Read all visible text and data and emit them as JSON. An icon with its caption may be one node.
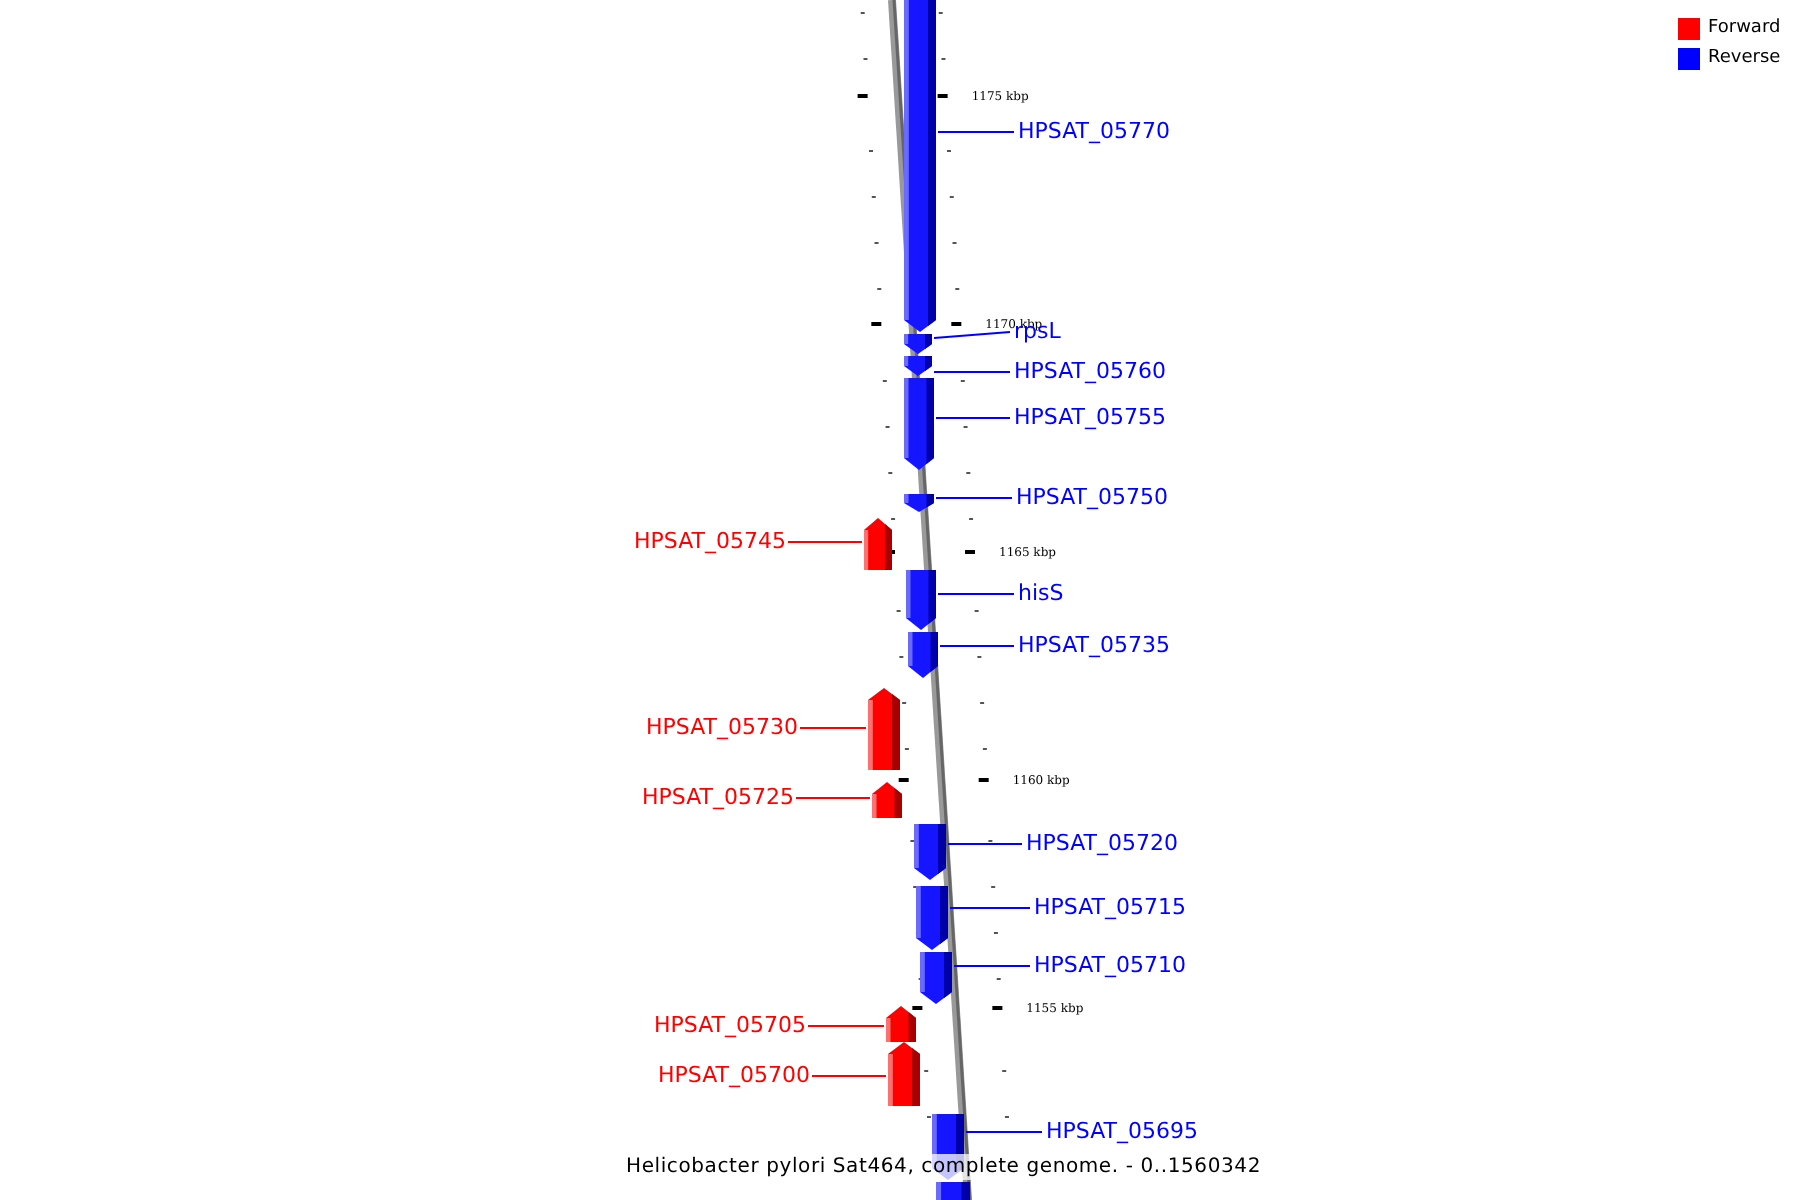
{
  "diagram": {
    "caption": "Helicobacter pylori Sat464, complete genome. - 0..1560342",
    "nodes": [
      {
        "text": [
          "HPSAT_05770"
        ]
      },
      {
        "text": [],
        "shape": "bar"
      },
      {
        "text": [
          "rpsL"
        ]
      },
      {
        "text": [],
        "shape": "bar"
      },
      {
        "text": [
          "HPSAT_05760"
        ]
      },
      {
        "text": [],
        "shape": "bar"
      },
      {
        "text": [
          "HPSAT_05755"
        ]
      },
      {
        "text": [],
        "shape": "bar"
      },
      {
        "text": [
          "HPSAT_05750"
        ]
      },
      {
        "text": [],
        "shape": "bar"
      },
      {
        "text": [
          "HPSAT_05745"
        ]
      },
      {
        "text": [],
        "shape": "bar"
      },
      {
        "text": [
          "hisS"
        ]
      },
      {
        "text": [],
        "shape": "bar"
      },
      {
        "text": [
          "HPSAT_05735"
        ]
      },
      {
        "text": [],
        "shape": "bar"
      },
      {
        "text": [
          "HPSAT_05730"
        ]
      },
      {
        "text": [],
        "shape": "bar"
      },
      {
        "text": [
          "HPSAT_05725"
        ]
      },
      {
        "text": [],
        "shape": "bar"
      },
      {
        "text": [
          "HPSAT_05720"
        ]
      },
      {
        "text": [],
        "shape": "bar"
      },
      {
        "text": [
          "HPSAT_05715"
        ]
      },
      {
        "text": [],
        "shape": "bar"
      },
      {
        "text": [
          "HPSAT_05710"
        ]
      },
      {
        "text": [],
        "shape": "bar"
      },
      {
        "text": [
          "HPSAT_05705"
        ]
      },
      {
        "text": [],
        "shape": "bar"
      },
      {
        "text": [
          "HPSAT_05700"
        ]
      },
      {
        "text": [],
        "shape": "bar"
      },
      {
        "text": [
          "HPSAT_05695"
        ]
      },
      {
        "text": [],
        "shape": "bar"
      },
      {
        "text": [],
        "shape": "bar"
      }
    ],
    "edges": [
      {
        "from": 0,
        "to": 1,
        "arrow": "none"
      },
      {
        "from": 2,
        "to": 3,
        "arrow": "none"
      },
      {
        "from": 4,
        "to": 5,
        "arrow": "none"
      },
      {
        "from": 6,
        "to": 7,
        "arrow": "none"
      },
      {
        "from": 8,
        "to": 9,
        "arrow": "none"
      },
      {
        "from": 10,
        "to": 11,
        "arrow": "none",
        "color": "#ff0000"
      },
      {
        "from": 12,
        "to": 13,
        "arrow": "none"
      },
      {
        "from": 14,
        "to": 15,
        "arrow": "none"
      },
      {
        "from": 16,
        "to": 17,
        "arrow": "none",
        "color": "#ff0000"
      },
      {
        "from": 18,
        "to": 19,
        "arrow": "none",
        "color": "#ff0000"
      },
      {
        "from": 20,
        "to": 21,
        "arrow": "none"
      },
      {
        "from": 22,
        "to": 23,
        "arrow": "none"
      },
      {
        "from": 24,
        "to": 25,
        "arrow": "none"
      },
      {
        "from": 26,
        "to": 27,
        "arrow": "none",
        "color": "#ff0000"
      },
      {
        "from": 28,
        "to": 29,
        "arrow": "none",
        "color": "#ff0000"
      },
      {
        "from": 30,
        "to": 31,
        "arrow": "none"
      }
    ],
    "labels": [
      "1175 kbp",
      "1170 kbp",
      "1165 kbp",
      "1160 kbp",
      "1155 kbp"
    ],
    "legend": [
      {
        "text": "Forward",
        "color": "#ff0000"
      },
      {
        "text": "Reverse",
        "color": "#0000ff"
      }
    ]
  }
}
